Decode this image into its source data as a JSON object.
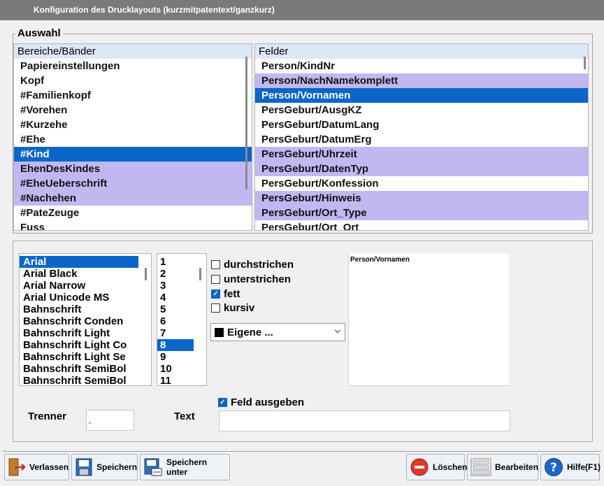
{
  "window": {
    "title": "Konfiguration des Drucklayouts (kurzmitpatentext/ganzkurz)"
  },
  "auswahl": {
    "legend": "Auswahl",
    "bereiche": {
      "header": "Bereiche/Bänder",
      "items": [
        "Papiereinstellungen",
        "Kopf",
        "#Familienkopf",
        "#Vorehen",
        "#Kurzehe",
        "#Ehe",
        "#Kind",
        "EhenDesKindes",
        "#EheUeberschrift",
        "#Nachehen",
        "#PateZeuge",
        "Fuss"
      ]
    },
    "felder": {
      "header": "Felder",
      "items": [
        "Person/KindNr",
        "Person/NachNamekomplett",
        "Person/Vornamen",
        "PersGeburt/AusgKZ",
        "PersGeburt/DatumLang",
        "PersGeburt/DatumErg",
        "PersGeburt/Uhrzeit",
        "PersGeburt/DatenTyp",
        "PersGeburt/Konfession",
        "PersGeburt/Hinweis",
        "PersGeburt/Ort_Type",
        "PersGeburt/Ort_Ort"
      ]
    }
  },
  "format": {
    "fonts": [
      "Arial",
      "Arial Black",
      "Arial Narrow",
      "Arial Unicode MS",
      "Bahnschrift",
      "Bahnschrift Conden",
      "Bahnschrift Light",
      "Bahnschrift Light Co",
      "Bahnschrift Light Se",
      "Bahnschrift SemiBol",
      "Bahnschrift SemiBol"
    ],
    "sizes": [
      "1",
      "2",
      "3",
      "4",
      "5",
      "6",
      "7",
      "8",
      "9",
      "10",
      "11"
    ],
    "styles": [
      {
        "label": "durchstrichen",
        "checked": false
      },
      {
        "label": "unterstrichen",
        "checked": false
      },
      {
        "label": "fett",
        "checked": true
      },
      {
        "label": "kursiv",
        "checked": false
      }
    ],
    "color_select": "Eigene ...",
    "preview_text": "Person/Vornamen",
    "feld_ausgeben": {
      "label": "Feld ausgeben",
      "checked": true
    },
    "trenner_label": "Trenner",
    "trenner_value": ",",
    "text_label": "Text",
    "text_value": ""
  },
  "buttons": {
    "verlassen": "Verlassen",
    "speichern": "Speichern",
    "speichern_unter": "Speichern unter",
    "loeschen": "Löschen",
    "bearbeiten": "Bearbeiten",
    "hilfe": "Hilfe(F1)"
  },
  "colors": {
    "selection": "#0a66c8",
    "highlight": "#c1b8f2",
    "titlebar": "#7a7a7a",
    "header": "#dde8f5"
  }
}
